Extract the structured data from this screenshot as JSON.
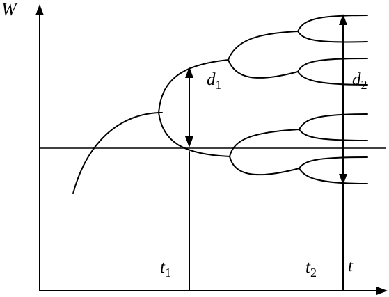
{
  "diagram": {
    "axis_y_label": "W",
    "label_d1_main": "d",
    "label_d1_sub": "1",
    "label_d2_main": "d",
    "label_d2_sub": "2",
    "label_t1_main": "t",
    "label_t1_sub": "1",
    "label_t2_main": "t",
    "label_t2_sub": "2",
    "label_t": "t"
  }
}
